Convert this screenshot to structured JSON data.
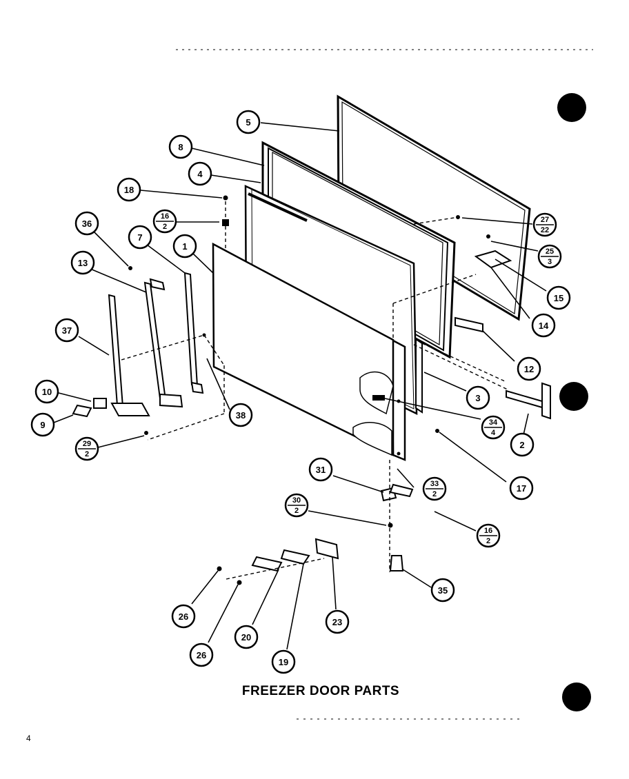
{
  "caption": "FREEZER DOOR PARTS",
  "page_number": "4",
  "callouts": [
    {
      "id": "c5",
      "label": "5"
    },
    {
      "id": "c8",
      "label": "8"
    },
    {
      "id": "c4",
      "label": "4"
    },
    {
      "id": "c18",
      "label": "18"
    },
    {
      "id": "c16a",
      "top": "16",
      "bottom": "2"
    },
    {
      "id": "c36",
      "label": "36"
    },
    {
      "id": "c7",
      "label": "7"
    },
    {
      "id": "c1",
      "label": "1"
    },
    {
      "id": "c13",
      "label": "13"
    },
    {
      "id": "c37",
      "label": "37"
    },
    {
      "id": "c10",
      "label": "10"
    },
    {
      "id": "c9",
      "label": "9"
    },
    {
      "id": "c29",
      "top": "29",
      "bottom": "2"
    },
    {
      "id": "c38",
      "label": "38"
    },
    {
      "id": "c27",
      "top": "27",
      "bottom": "22"
    },
    {
      "id": "c25",
      "top": "25",
      "bottom": "3"
    },
    {
      "id": "c15",
      "label": "15"
    },
    {
      "id": "c14",
      "label": "14"
    },
    {
      "id": "c12",
      "label": "12"
    },
    {
      "id": "c3",
      "label": "3"
    },
    {
      "id": "c34",
      "top": "34",
      "bottom": "4"
    },
    {
      "id": "c2",
      "label": "2"
    },
    {
      "id": "c17",
      "label": "17"
    },
    {
      "id": "c31",
      "label": "31"
    },
    {
      "id": "c33",
      "top": "33",
      "bottom": "2"
    },
    {
      "id": "c30",
      "top": "30",
      "bottom": "2"
    },
    {
      "id": "c16b",
      "top": "16",
      "bottom": "2"
    },
    {
      "id": "c35",
      "label": "35"
    },
    {
      "id": "c26a",
      "label": "26"
    },
    {
      "id": "c26b",
      "label": "26"
    },
    {
      "id": "c20",
      "label": "20"
    },
    {
      "id": "c19",
      "label": "19"
    },
    {
      "id": "c23",
      "label": "23"
    }
  ]
}
